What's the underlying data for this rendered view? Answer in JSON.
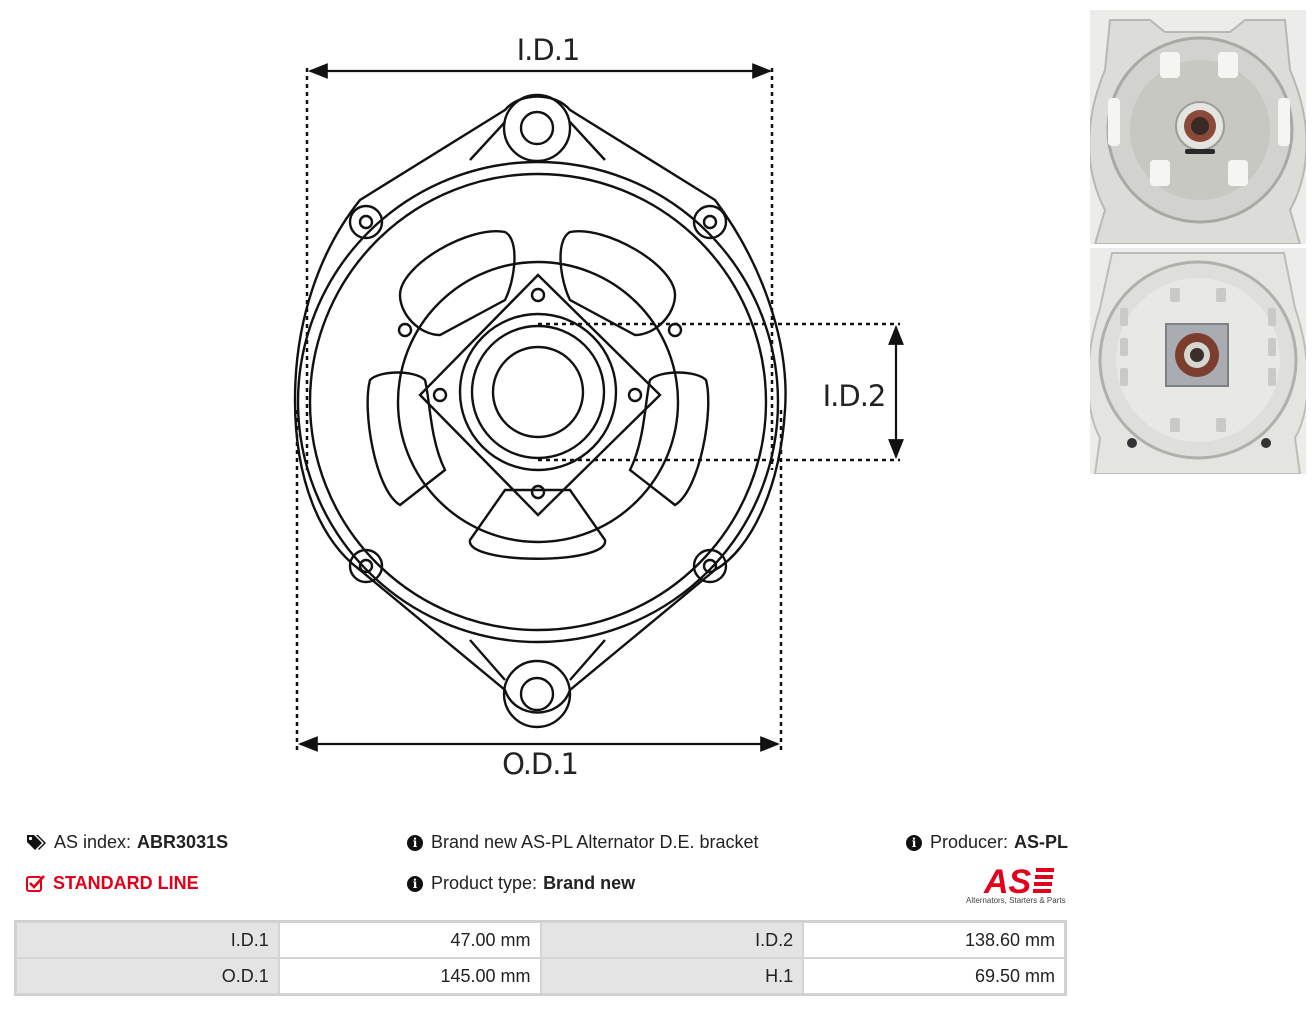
{
  "drawing": {
    "dim_top": "I.D.1",
    "dim_right": "I.D.2",
    "dim_bottom": "O.D.1"
  },
  "info": {
    "as_index_label": "AS index:",
    "as_index_value": "ABR3031S",
    "line": "STANDARD LINE",
    "description": "Brand new AS-PL Alternator D.E. bracket",
    "product_type_label": "Product type:",
    "product_type_value": "Brand new",
    "producer_label": "Producer:",
    "producer_value": "AS-PL"
  },
  "logo": {
    "mark": "AS",
    "tagline": "Alternators, Starters & Parts",
    "color": "#e3001b"
  },
  "specs": [
    [
      {
        "label": "I.D.1",
        "value": "47.00 mm"
      },
      {
        "label": "I.D.2",
        "value": "138.60 mm"
      }
    ],
    [
      {
        "label": "O.D.1",
        "value": "145.00 mm"
      },
      {
        "label": "H.1",
        "value": "69.50 mm"
      }
    ]
  ],
  "icons": {
    "tag": "tags-icon",
    "check": "check-square-icon",
    "info": "info-circle-icon"
  }
}
